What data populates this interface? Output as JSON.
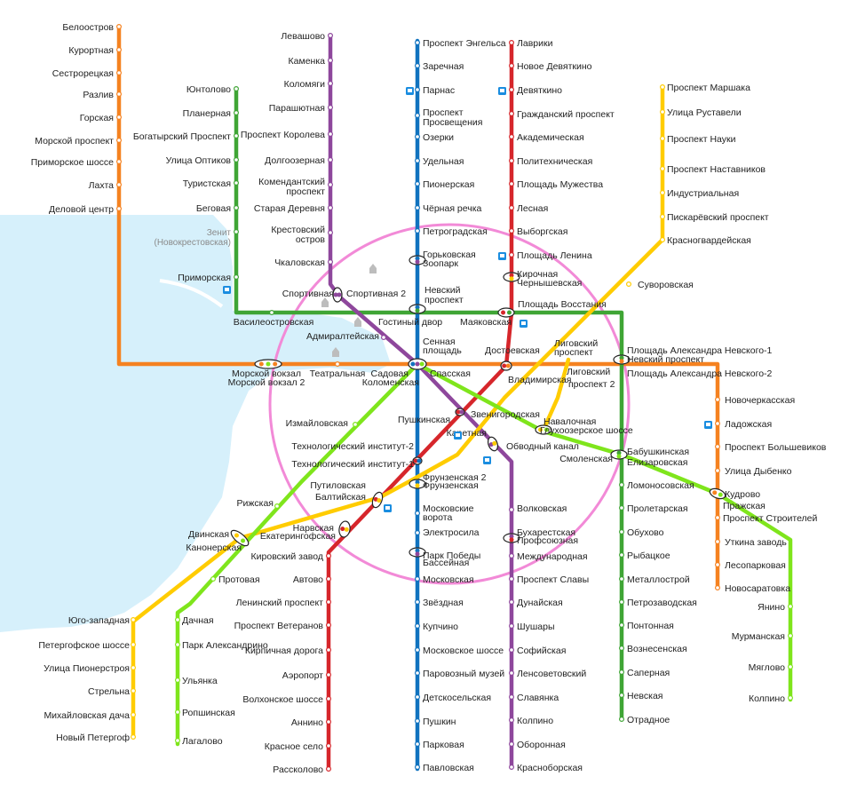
{
  "colors": {
    "water": "#d6f0fb",
    "river_line": "#ffffff",
    "line1": "#d6262b",
    "line2": "#1173bf",
    "line3": "#3fa535",
    "line4": "#f58220",
    "line5": "#8e479c",
    "line6": "#ffcc00",
    "line7": "#7fe51c",
    "ring": "#f28ad7",
    "icon_blue": "#1a8de0"
  },
  "icons": [
    "train-station-icon",
    "church-icon"
  ],
  "labels": {
    "l4": [
      "Белоостров",
      "Курортная",
      "Сестрорецкая",
      "Разлив",
      "Горская",
      "Морской проспект",
      "Приморское шоссе",
      "Лахта",
      "Деловой центр"
    ],
    "l3": [
      "Юнтолово",
      "Планерная",
      "Богатырский Проспект",
      "Улица Оптиков",
      "Туристская",
      "Беговая",
      "Зенит",
      "(Новокрестовская)",
      "Приморская",
      "Василеостровская"
    ],
    "l5n": [
      "Левашово",
      "Каменка",
      "Коломяги",
      "Парашютная",
      "Проспект Королева",
      "Долгоозерная",
      "Комендантский",
      "проспект",
      "Старая Деревня",
      "Крестовский",
      "остров",
      "Чкаловская",
      "Спортивная",
      "Спортивная 2",
      "Адмиралтейская"
    ],
    "l2n": [
      "Проспект Энгельса",
      "Заречная",
      "Парнас",
      "Проспект",
      "Просвещения",
      "Озерки",
      "Удельная",
      "Пионерская",
      "Чёрная речка",
      "Петроградская",
      "Горьковская",
      "Зоопарк",
      "Невский",
      "проспект",
      "Гостиный двор",
      "Сенная",
      "площадь"
    ],
    "l1n": [
      "Лаврики",
      "Новое Девяткино",
      "Девяткино",
      "Гражданский проспект",
      "Академическая",
      "Политехническая",
      "Площадь Мужества",
      "Лесная",
      "Выборгская",
      "Площадь Ленина",
      "Кирочная",
      "Чернышевская",
      "Площадь Восстания",
      "Маяковская"
    ],
    "l6n": [
      "Проспект Маршака",
      "Улица Руставели",
      "Проспект Науки",
      "Проспект Наставников",
      "Индустриальная",
      "Пискарёвский проспект",
      "Красногвардейская",
      "Суворовская",
      "Лиговский",
      "проспект",
      "Лиговский",
      "проспект 2"
    ],
    "center": [
      "Морской вокзал",
      "Морской вокзал 2",
      "Театральная",
      "Садовая",
      "Коломенская",
      "Спасская",
      "Достоевская",
      "Владимирская",
      "Площадь Александра Невского-1",
      "Невский проспект",
      "Площадь Александра Невского-2",
      "Звенигородская",
      "Пушкинская",
      "Навалочная",
      "Глухоозерское шоссе",
      "Каретная",
      "Обводный канал",
      "Измайловская",
      "Технологический институт-2",
      "Технологический институт-1",
      "Путиловская",
      "Балтийская",
      "Фрунзенская 2",
      "Фрунзенская",
      "Бабушкинская",
      "Елизаровская",
      "Смоленская",
      "Рижская",
      "Двинская",
      "Канонерская",
      "Нарвская",
      "Екатерингофская",
      "Московские",
      "ворота",
      "Электросила",
      "Парк Победы",
      "Бассейная",
      "Волковская",
      "Бухарестская",
      "Профсоюзная",
      "Международная"
    ],
    "l4e": [
      "Новочеркасская",
      "Ладожская",
      "Проспект Большевиков",
      "Улица Дыбенко",
      "Кудрово",
      "Пражская",
      "Проспект Строителей",
      "Уткина заводь",
      "Лесопарковая",
      "Новосаратовка"
    ],
    "l3s": [
      "Ломоносовская",
      "Пролетарская",
      "Обухово",
      "Рыбацкое",
      "Металлострой",
      "Петрозаводская",
      "Понтонная",
      "Вознесенская",
      "Саперная",
      "Невская",
      "Отрадное"
    ],
    "l7": [
      "Янино",
      "Мурманская",
      "Мяглово",
      "Колпино",
      "Протовая",
      "Дачная",
      "Парк Александрино",
      "Ульянка",
      "Ропшинская",
      "Лагалово"
    ],
    "l6s": [
      "Юго-западная",
      "Петергофское шоссе",
      "Улица Пионерстроя",
      "Стрельна",
      "Михайловская дача",
      "Новый Петергоф"
    ],
    "l1s": [
      "Кировский завод",
      "Автово",
      "Ленинский проспект",
      "Проспект Ветеранов",
      "Кирпичная дорога",
      "Аэропорт",
      "Волхонское шоссе",
      "Аннино",
      "Красное село",
      "Рассколово"
    ],
    "l2s": [
      "Московская",
      "Звёздная",
      "Купчино",
      "Московское шоссе",
      "Паровозный музей",
      "Детскосельская",
      "Пушкин",
      "Парковая",
      "Павловская"
    ],
    "l5s": [
      "Проспект Славы",
      "Дунайская",
      "Шушары",
      "Софийская",
      "Ленсоветовский",
      "Славянка",
      "Колпино",
      "Оборонная",
      "Красноборская"
    ]
  }
}
